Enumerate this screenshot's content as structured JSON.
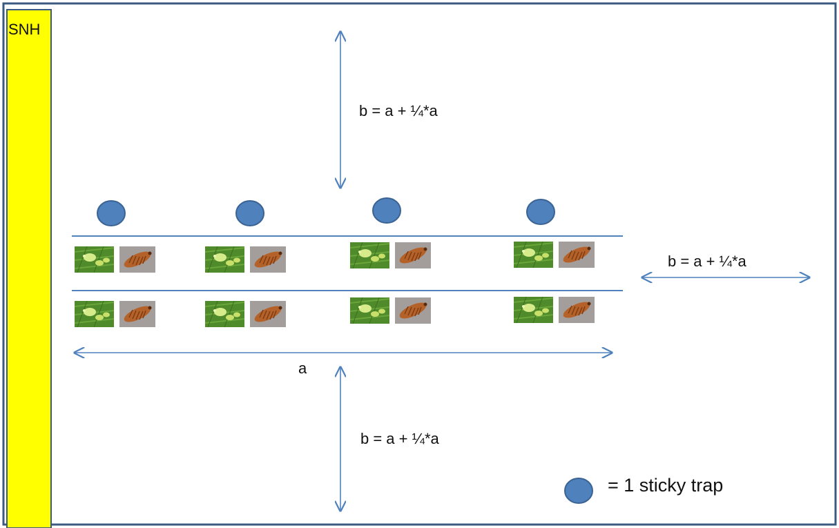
{
  "labels": {
    "snh": "SNH",
    "distance_top": "b = a + ¼*a",
    "distance_right": "b = a + ¼*a",
    "distance_bottom": "b = a + ¼*a",
    "width": "a",
    "legend": "= 1 sticky trap"
  },
  "icons": {
    "trap": "sticky-trap-icon",
    "aphid": "aphid-photo-icon",
    "larva": "larva-photo-icon"
  },
  "colors": {
    "snh_strip": "#ffff00",
    "trap": "#4f81bd",
    "lines": "#4f81bd",
    "frame": "#3b5a80",
    "leaf": "#4f8a2b",
    "larva": "#b5622a"
  }
}
